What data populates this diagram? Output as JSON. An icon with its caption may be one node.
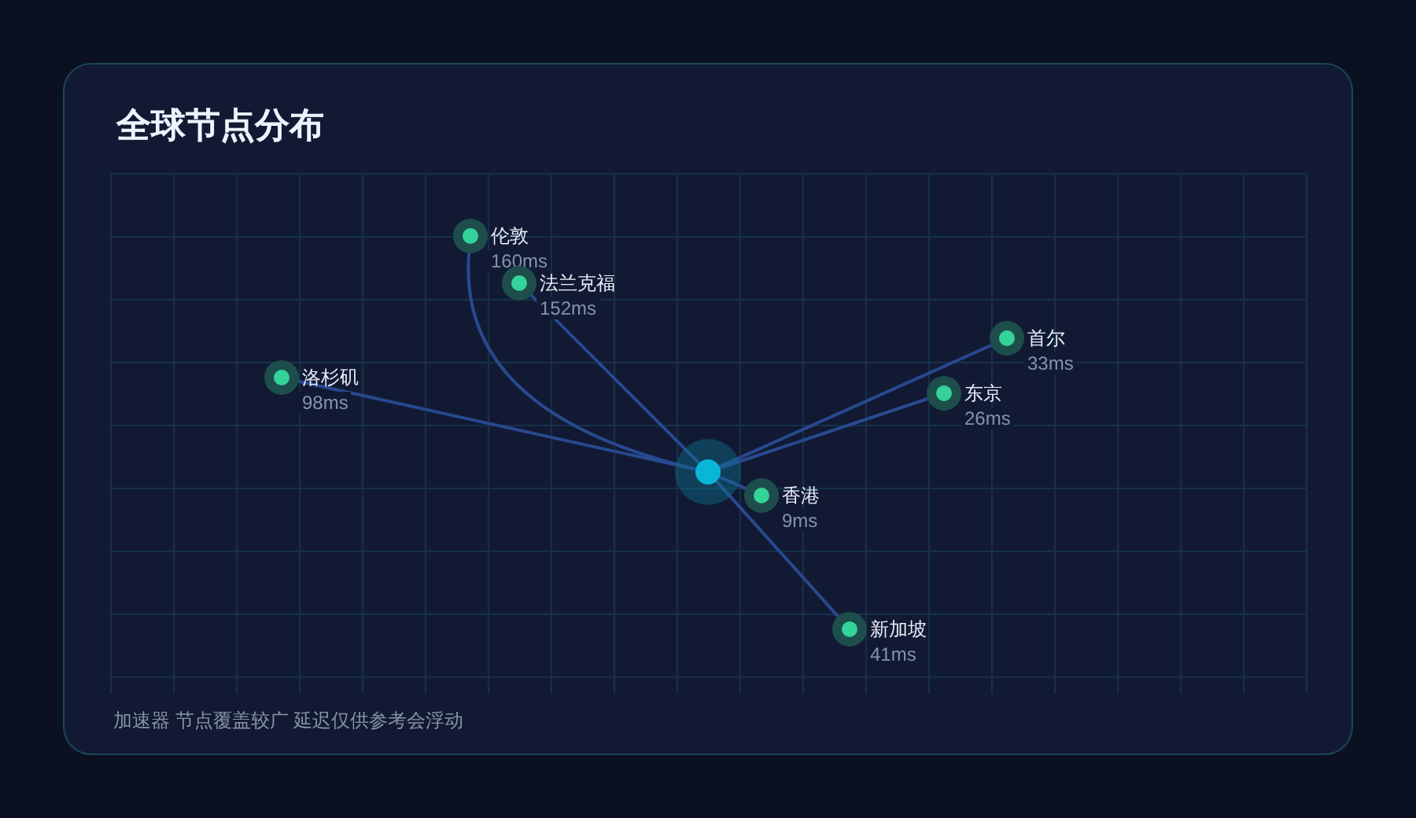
{
  "diagram": {
    "title": "全球节点分布",
    "caption": "加速器 节点覆盖较广 延迟仅供参考会浮动",
    "nodes": [
      {
        "text": [
          "伦敦"
        ],
        "beside": [
          "160ms"
        ]
      },
      {
        "text": [
          "法兰克福"
        ],
        "beside": [
          "152ms"
        ]
      },
      {
        "text": [
          "首尔"
        ],
        "beside": [
          "33ms"
        ]
      },
      {
        "text": [
          "洛杉矶"
        ],
        "beside": [
          "98ms"
        ]
      },
      {
        "text": [
          "东京"
        ],
        "beside": [
          "26ms"
        ]
      },
      {
        "text": [],
        "shape": "circle"
      },
      {
        "text": [
          "香港"
        ],
        "beside": [
          "9ms"
        ]
      },
      {
        "text": [
          "新加坡"
        ],
        "beside": [
          "41ms"
        ]
      }
    ],
    "edges": [
      {
        "from": 5,
        "to": 0,
        "arrow": "none"
      },
      {
        "from": 5,
        "to": 1,
        "arrow": "none"
      },
      {
        "from": 5,
        "to": 2,
        "arrow": "none"
      },
      {
        "from": 5,
        "to": 3,
        "arrow": "none"
      },
      {
        "from": 5,
        "to": 4,
        "arrow": "none"
      },
      {
        "from": 5,
        "to": 6,
        "arrow": "none"
      },
      {
        "from": 5,
        "to": 7,
        "arrow": "none"
      }
    ]
  }
}
